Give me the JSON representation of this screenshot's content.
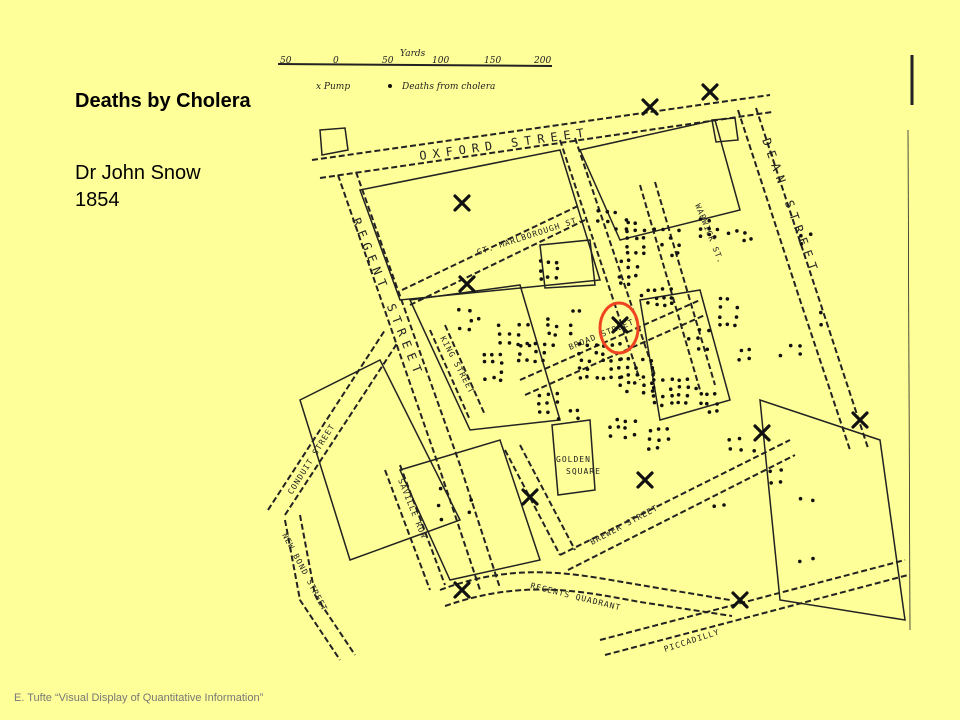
{
  "slide": {
    "title": "Deaths by Cholera",
    "author": "Dr John Snow",
    "year": "1854",
    "credit": "E. Tufte “Visual Display of Quantitative Information”"
  },
  "legend": {
    "scale_label": "Yards",
    "scale_ticks": [
      "50",
      "0",
      "50",
      "100",
      "150",
      "200"
    ],
    "pump_label": "x Pump",
    "deaths_label": "Deaths from cholera"
  },
  "streets": {
    "oxford": "OXFORD STREET",
    "regent": "REGENT STREET",
    "dean": "DEAN STREET",
    "conduit": "CONDUIT STREET",
    "new_bond": "NEW BOND STREET",
    "saville": "SAVILLE ROW",
    "marlborough": "GT. MARLBOROUGH ST.",
    "king": "KING STREET",
    "broad": "BROAD STREET",
    "warwick": "WARWICK ST.",
    "golden_1": "GOLDEN",
    "golden_2": "SQUARE",
    "brewer": "BREWER STREET",
    "quadrant": "REGENTS QUADRANT",
    "piccadilly": "PICCADILLY"
  },
  "colors": {
    "background": "#ffff99",
    "ink": "#1a1a1a",
    "highlight": "#ee4422"
  }
}
